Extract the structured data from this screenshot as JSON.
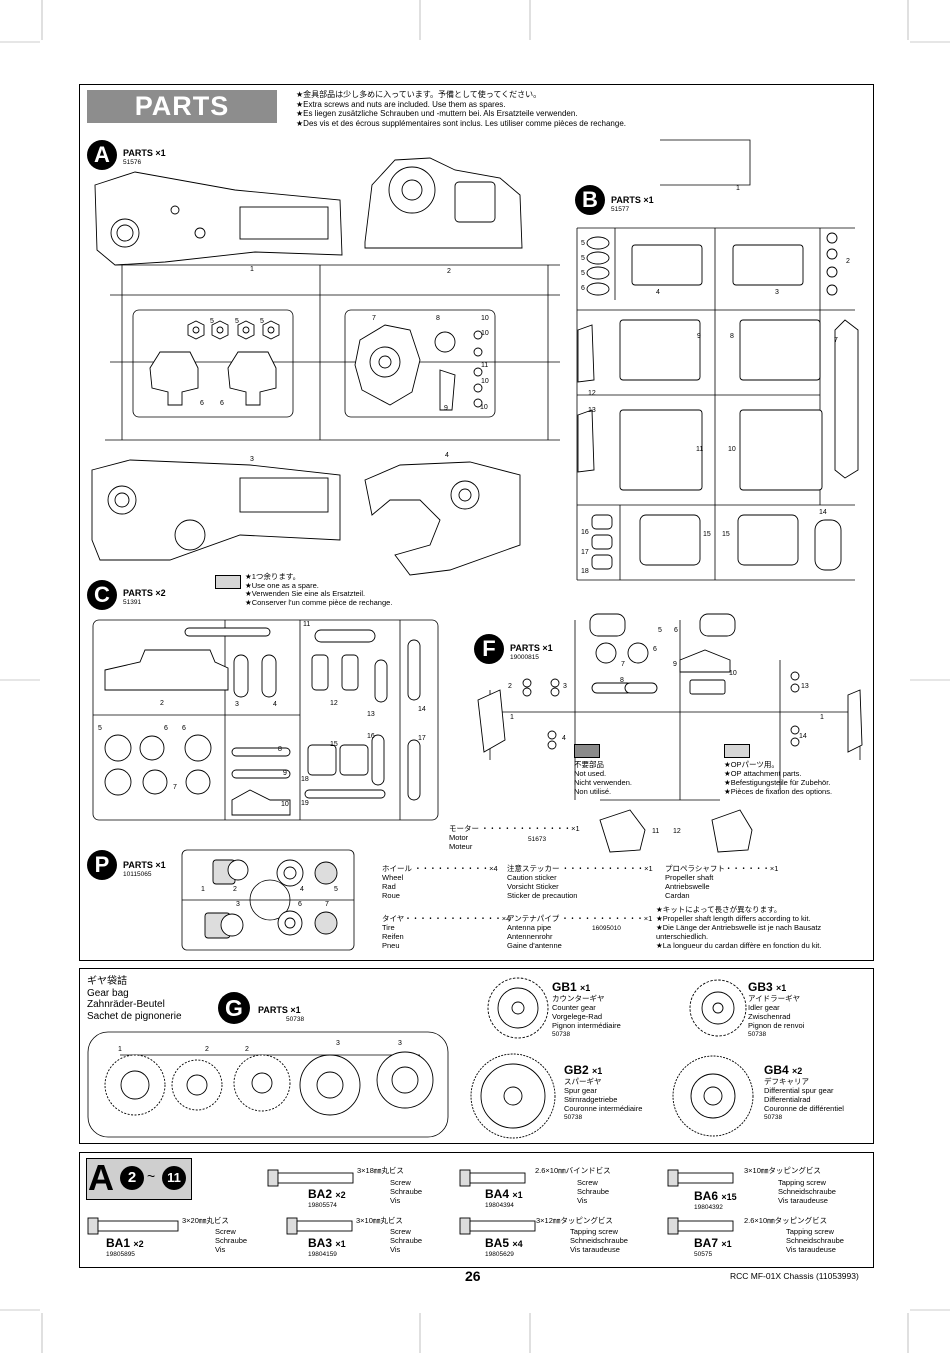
{
  "header": {
    "title": "PARTS",
    "notes": [
      "★金具部品は少し多めに入っています。予備として使ってください。",
      "★Extra screws and nuts are included. Use them as spares.",
      "★Es liegen zusätzliche Schrauben und -muttern bei. Als Ersatzteile verwenden.",
      "★Des vis et des écrous supplémentaires sont inclus. Les utiliser comme pièces de rechange."
    ]
  },
  "trees": {
    "A": {
      "letter": "A",
      "label": "PARTS",
      "qty": "×1",
      "code": "51576",
      "nums": [
        "1",
        "2",
        "5",
        "5",
        "5",
        "6",
        "6",
        "7",
        "8",
        "10",
        "10",
        "11",
        "10",
        "9",
        "10",
        "3",
        "4"
      ]
    },
    "B": {
      "letter": "B",
      "label": "PARTS",
      "qty": "×1",
      "code": "51577",
      "nums": [
        "1",
        "5",
        "5",
        "5",
        "6",
        "2",
        "4",
        "3",
        "9",
        "8",
        "7",
        "12",
        "13",
        "11",
        "10",
        "16",
        "17",
        "18",
        "15",
        "15",
        "14"
      ]
    },
    "C": {
      "letter": "C",
      "label": "PARTS",
      "qty": "×2",
      "code": "51391",
      "nums": [
        "11",
        "2",
        "3",
        "4",
        "12",
        "13",
        "14",
        "5",
        "6",
        "6",
        "7",
        "8",
        "9",
        "15",
        "16",
        "17",
        "18",
        "10",
        "19"
      ]
    },
    "F": {
      "letter": "F",
      "label": "PARTS",
      "qty": "×1",
      "code": "19000815",
      "nums": [
        "5",
        "6",
        "6",
        "7",
        "8",
        "9",
        "10",
        "2",
        "3",
        "1",
        "4",
        "13",
        "1",
        "14",
        "11",
        "12"
      ]
    },
    "P": {
      "letter": "P",
      "label": "PARTS",
      "qty": "×1",
      "code": "10115065",
      "nums": [
        "1",
        "2",
        "4",
        "5",
        "3",
        "6",
        "7"
      ]
    },
    "G": {
      "letter": "G",
      "label": "PARTS",
      "qty": "×1",
      "code": "50738",
      "nums": [
        "1",
        "2",
        "2",
        "3",
        "3"
      ]
    }
  },
  "spare": {
    "lines": [
      "★1つ余ります。",
      "★Use one as a spare.",
      "★Verwenden Sie eine als Ersatzteil.",
      "★Conserver l'un comme pièce de rechange."
    ]
  },
  "not_used": {
    "lines": [
      "不要部品",
      "Not used.",
      "Nicht verwenden.",
      "Non utilisé."
    ]
  },
  "op_attach": {
    "lines": [
      "★OPパーツ用。",
      "★OP attachment parts.",
      "★Befestigungsteile für Zubehör.",
      "★Pièces de fixation des options."
    ]
  },
  "motor": {
    "jp": "モーター ・・・・・・・・・・・・×1",
    "en": "Motor",
    "de": "Moteur",
    "code": "51673"
  },
  "wheel": {
    "jp": "ホイール ・・・・・・・・・・×4",
    "lines": [
      "Wheel",
      "Rad",
      "Roue"
    ]
  },
  "tire": {
    "jp": "タイヤ・・・・・・・・・・・・・×4",
    "lines": [
      "Tire",
      "Reifen",
      "Pneu"
    ]
  },
  "caution": {
    "jp": "注意ステッカー ・・・・・・・・・・・×1",
    "lines": [
      "Caution sticker",
      "Vorsicht Sticker",
      "Sticker de precaution"
    ]
  },
  "antenna": {
    "jp": "アンテナパイプ ・・・・・・・・・・・×1",
    "lines": [
      "Antenna pipe",
      "Antennenrohr",
      "Gaine d'antenne"
    ],
    "code": "16095010"
  },
  "propeller": {
    "jp": "プロペラシャフト・・・・・・×1",
    "lines": [
      "Propeller shaft",
      "Antriebswelle",
      "Cardan"
    ],
    "notes": [
      "★キットによって長さが異なります。",
      "★Propeller shaft length differs according to kit.",
      "★Die Länge der Antriebswelle ist je nach Bausatz",
      "unterschiedlich.",
      "★La longueur du cardan diffère en fonction du kit."
    ]
  },
  "gearbag": {
    "lines": [
      "ギヤ袋詰",
      "Gear bag",
      "Zahnräder-Beutel",
      "Sachet de pignonerie"
    ]
  },
  "gears": [
    {
      "id": "GB1",
      "qty": "×1",
      "jp": "カウンターギヤ",
      "lines": [
        "Counter gear",
        "Vorgelege-Rad",
        "Pignon intermédiaire"
      ],
      "code": "50738"
    },
    {
      "id": "GB3",
      "qty": "×1",
      "jp": "アイドラーギヤ",
      "lines": [
        "Idler gear",
        "Zwischenrad",
        "Pignon de renvoi"
      ],
      "code": "50738"
    },
    {
      "id": "GB2",
      "qty": "×1",
      "jp": "スパーギヤ",
      "lines": [
        "Spur gear",
        "Stirnradgetriebe",
        "Couronne intermédiaire"
      ],
      "code": "50738"
    },
    {
      "id": "GB4",
      "qty": "×2",
      "jp": "デフキャリア",
      "lines": [
        "Differential spur gear",
        "Differentialrad",
        "Couronne de différentiel"
      ],
      "code": "50738"
    }
  ],
  "bag": {
    "letter": "A",
    "steps_from": "2",
    "sep": "~",
    "steps_to": "11"
  },
  "screws": [
    {
      "id": "BA2",
      "qty": "×2",
      "jp": "3×18㎜丸ビス",
      "lines": [
        "Screw",
        "Schraube",
        "Vis"
      ],
      "code": "19805574"
    },
    {
      "id": "BA4",
      "qty": "×1",
      "jp": "2.6×10㎜バインドビス",
      "lines": [
        "Screw",
        "Schraube",
        "Vis"
      ],
      "code": "19804394"
    },
    {
      "id": "BA6",
      "qty": "×15",
      "jp": "3×10㎜タッピングビス",
      "lines": [
        "Tapping screw",
        "Schneidschraube",
        "Vis taraudeuse"
      ],
      "code": "19804392"
    },
    {
      "id": "BA1",
      "qty": "×2",
      "jp": "3×20㎜丸ビス",
      "lines": [
        "Screw",
        "Schraube",
        "Vis"
      ],
      "code": "19805895"
    },
    {
      "id": "BA3",
      "qty": "×1",
      "jp": "3×10㎜丸ビス",
      "lines": [
        "Screw",
        "Schraube",
        "Vis"
      ],
      "code": "19804159"
    },
    {
      "id": "BA5",
      "qty": "×4",
      "jp": "3×12㎜タッピングビス",
      "lines": [
        "Tapping screw",
        "Schneidschraube",
        "Vis taraudeuse"
      ],
      "code": "19805629"
    },
    {
      "id": "BA7",
      "qty": "×1",
      "jp": "2.6×10㎜タッピングビス",
      "lines": [
        "Tapping screw",
        "Schneidschraube",
        "Vis taraudeuse"
      ],
      "code": "50575"
    }
  ],
  "footer": {
    "page": "26",
    "model": "RCC MF-01X Chassis (11053993)"
  },
  "colors": {
    "header_bg": "#8d8d8d",
    "not_used_swatch": "#8a8a8a",
    "op_swatch": "#d6d6d6",
    "spare_swatch": "#d6d6d6"
  }
}
